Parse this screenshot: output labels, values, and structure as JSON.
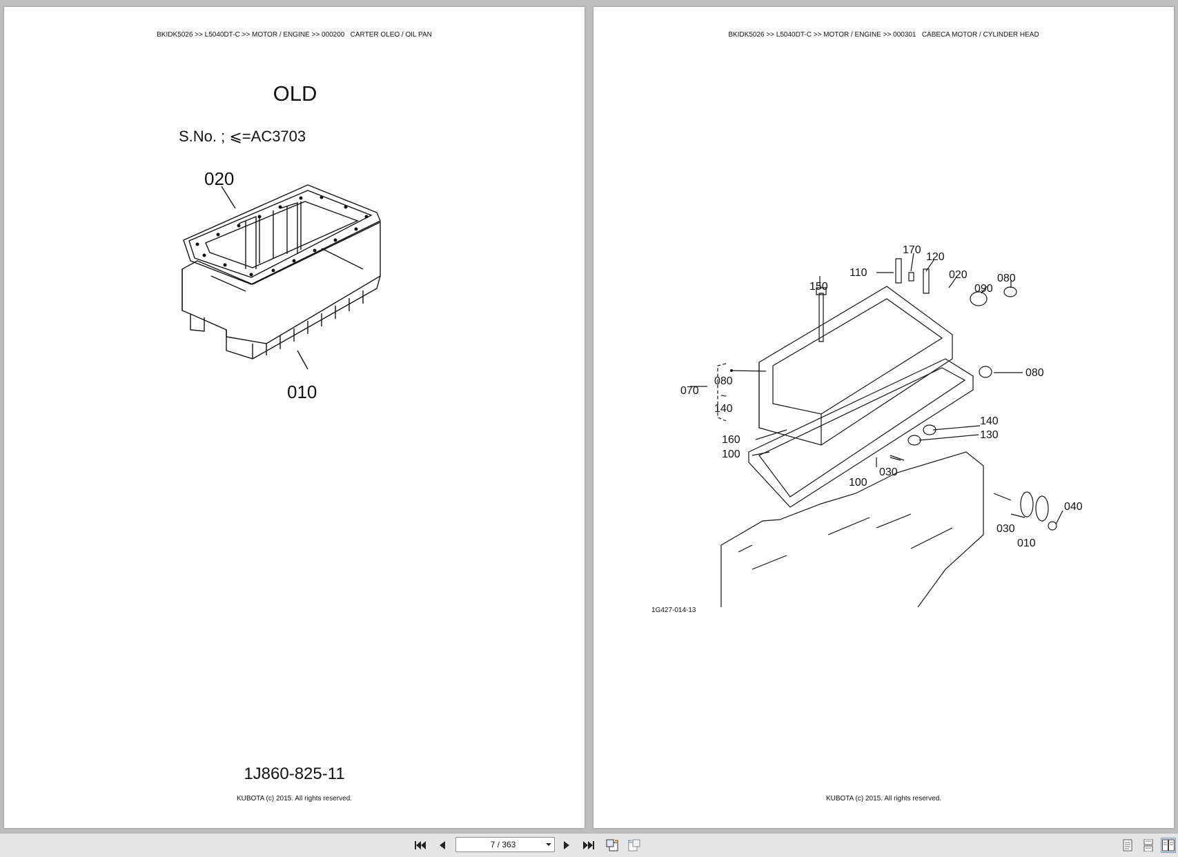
{
  "left_page": {
    "breadcrumb": "BKIDK5026 >> L5040DT-C >> MOTOR / ENGINE >> 000200   CARTER OLEO / OIL PAN",
    "title": "OLD",
    "serial_note": "S.No. ; ⩽=AC3703",
    "callouts": [
      "020",
      "010"
    ],
    "drawing_number": "1J860-825-11",
    "footer": "KUBOTA (c) 2015. All rights reserved."
  },
  "right_page": {
    "breadcrumb": "BKIDK5026 >> L5040DT-C >> MOTOR / ENGINE >> 000301   CABECA MOTOR / CYLINDER HEAD",
    "callouts": [
      "110",
      "170",
      "120",
      "020",
      "080",
      "090",
      "150",
      "080",
      "070",
      "080",
      "~",
      "140",
      "140",
      "130",
      "160",
      "100",
      "030",
      "100",
      "040",
      "030",
      "010"
    ],
    "figure_code": "1G427-014-13",
    "footer": "KUBOTA (c) 2015. All rights reserved."
  },
  "toolbar": {
    "page_indicator": "7 / 363",
    "icons": [
      "first-page-icon",
      "previous-page-icon",
      "dropdown-icon",
      "next-page-icon",
      "last-page-icon",
      "rotate-counterclockwise-icon",
      "rotate-clockwise-icon",
      "single-page-view-icon",
      "continuous-view-icon",
      "two-page-view-icon"
    ]
  }
}
